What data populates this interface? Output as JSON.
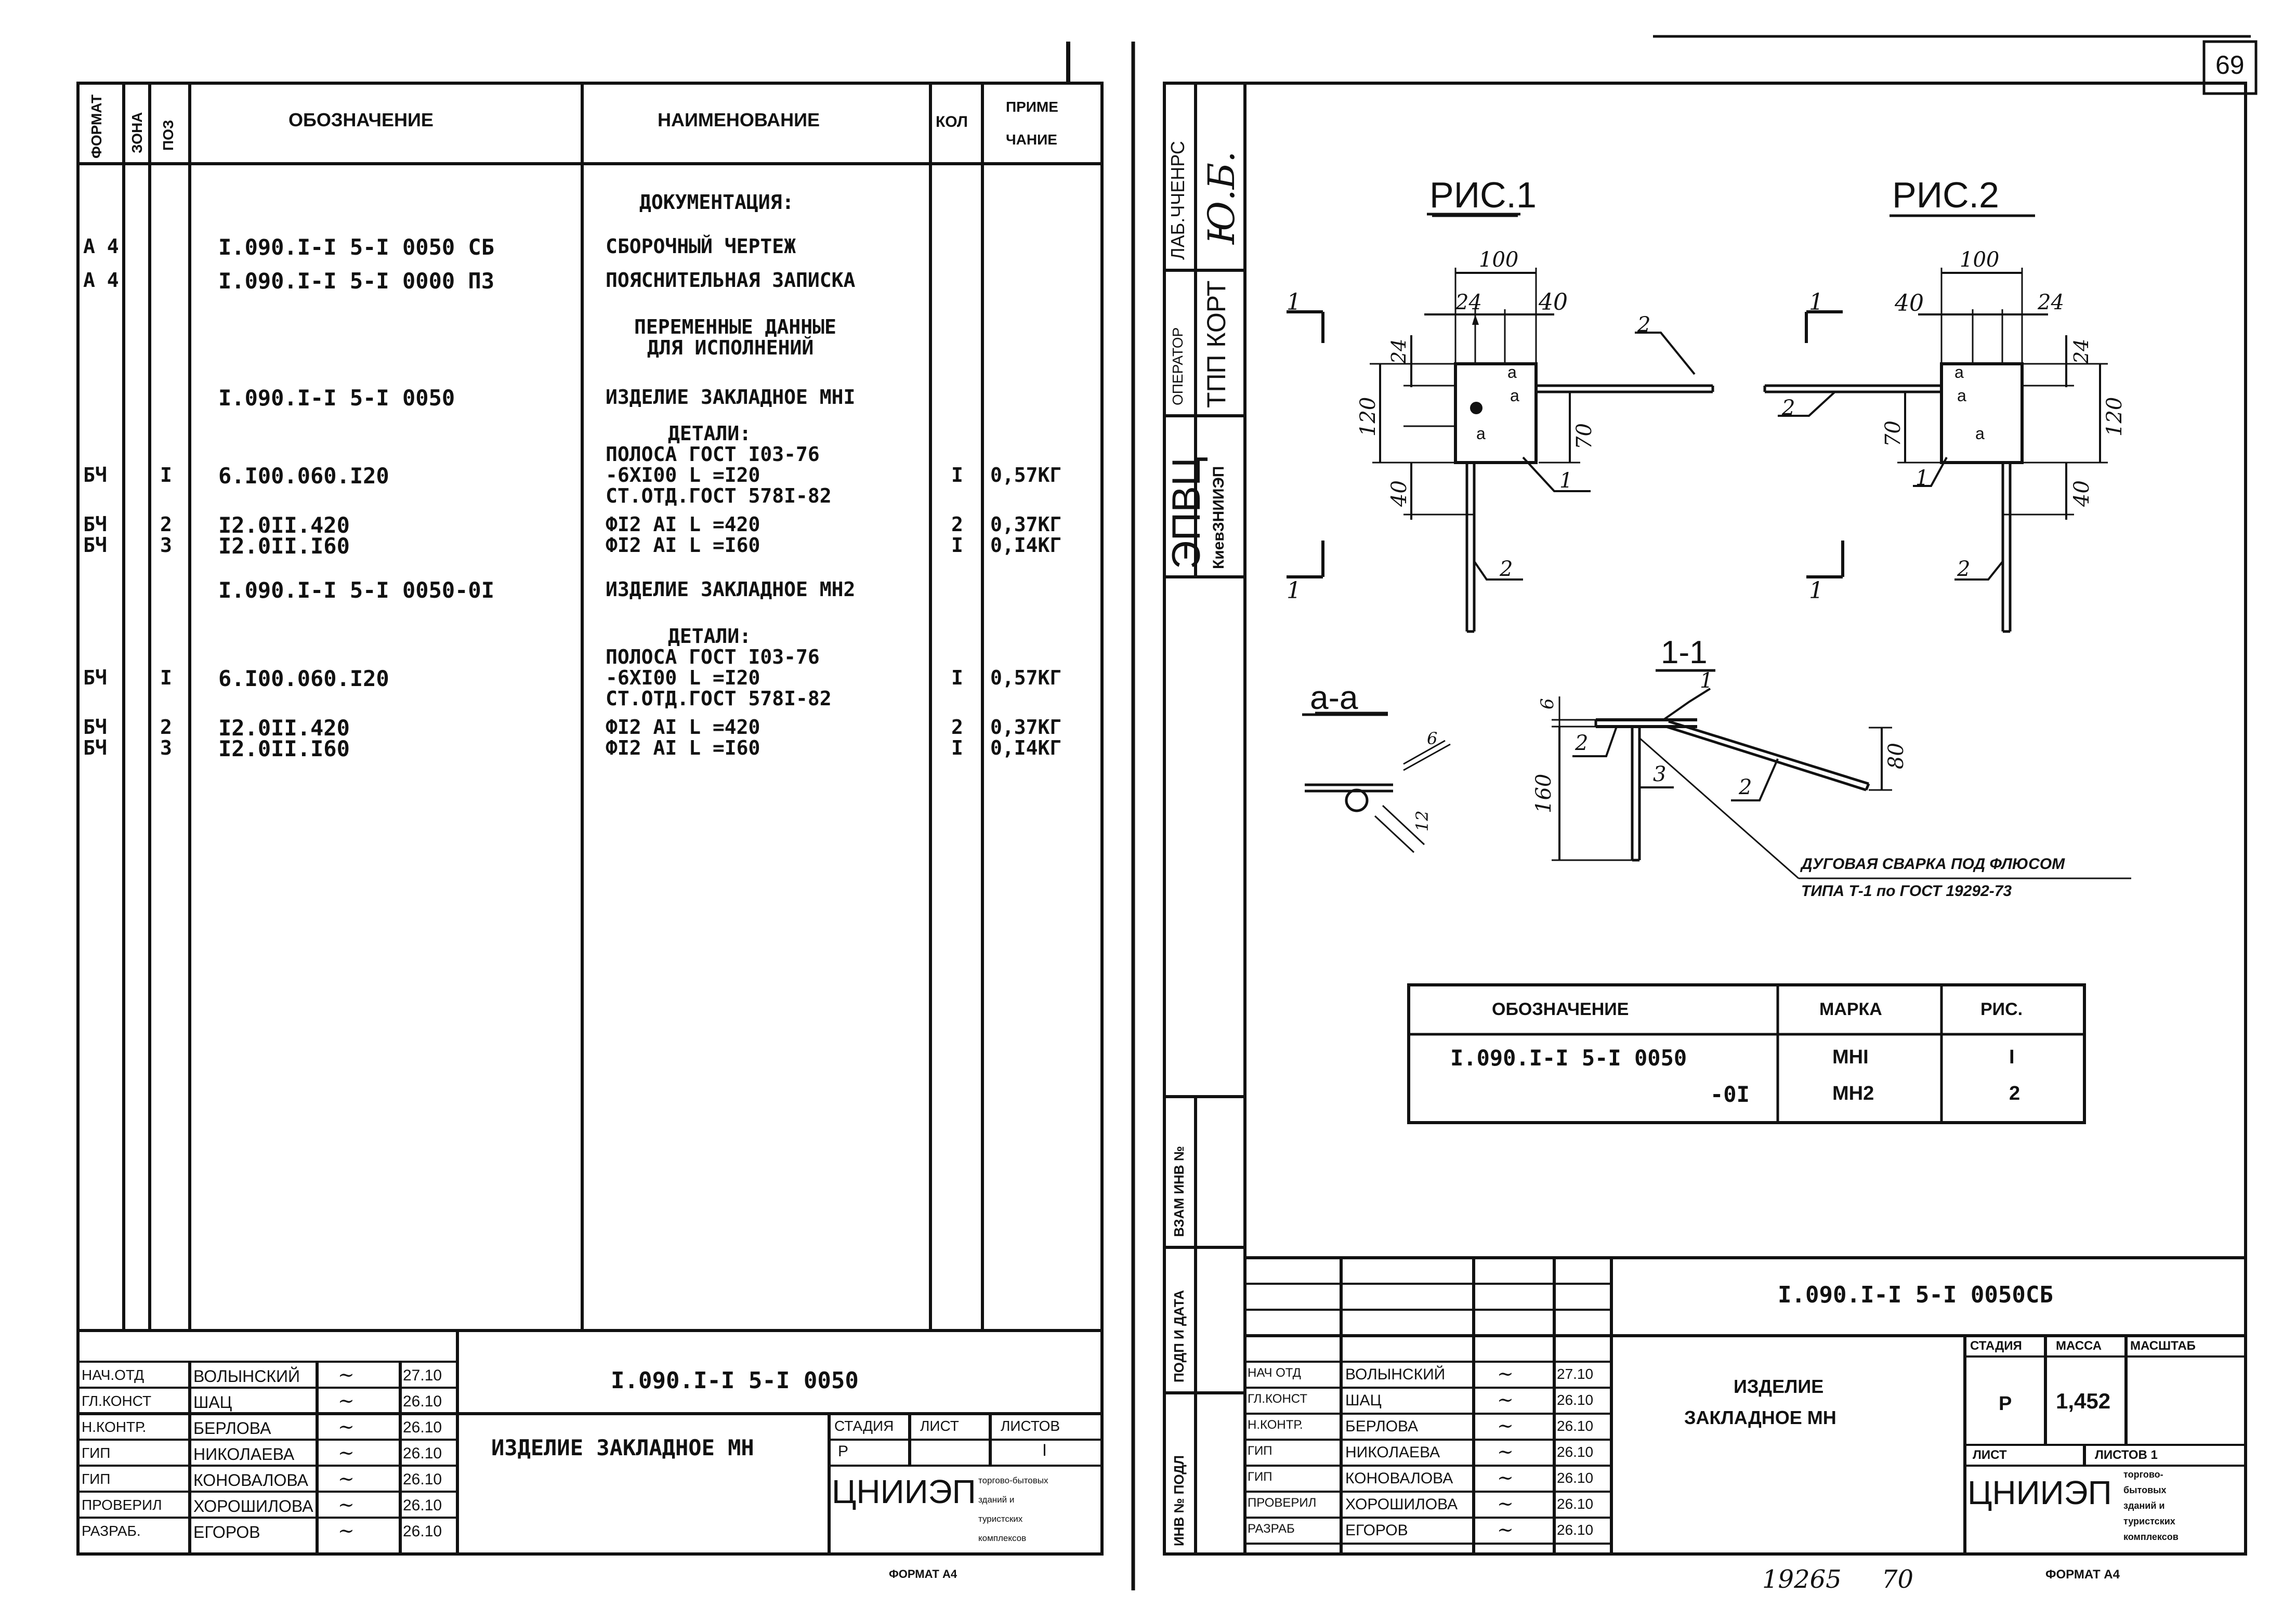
{
  "left_sheet": {
    "header": {
      "format": "ФОРМАТ",
      "zone": "ЗОНА",
      "pos": "ПОЗ",
      "designation": "ОБОЗНАЧЕНИЕ",
      "name": "НАИМЕНОВАНИЕ",
      "qty": "КОЛ",
      "note_1": "ПРИМЕ",
      "note_2": "ЧАНИЕ"
    },
    "rows": [
      {
        "format": "",
        "zone": "",
        "designation": "",
        "name": "ДОКУМЕНТАЦИЯ:",
        "qty": "",
        "note": ""
      },
      {
        "format": "А 4",
        "zone": "",
        "designation": "I.090.I-I 5-I 0050 СБ",
        "name": "СБОРОЧНЫЙ ЧЕРТЕЖ",
        "qty": "",
        "note": ""
      },
      {
        "format": "А 4",
        "zone": "",
        "designation": "I.090.I-I 5-I 0000 ПЗ",
        "name": "ПОЯСНИТЕЛЬНАЯ ЗАПИСКА",
        "qty": "",
        "note": ""
      },
      {
        "format": "",
        "zone": "",
        "designation": "",
        "name": "ПЕРЕМЕННЫЕ ДАННЫЕ",
        "qty": "",
        "note": ""
      },
      {
        "format": "",
        "zone": "",
        "designation": "",
        "name": "ДЛЯ ИСПОЛНЕНИЙ",
        "qty": "",
        "note": ""
      },
      {
        "format": "",
        "zone": "",
        "designation": "I.090.I-I 5-I 0050",
        "name": "ИЗДЕЛИЕ ЗАКЛАДНОЕ МНI",
        "qty": "",
        "note": ""
      },
      {
        "format": "",
        "zone": "",
        "designation": "",
        "name": "ДЕТАЛИ:",
        "qty": "",
        "note": ""
      },
      {
        "format": "",
        "zone": "",
        "designation": "",
        "name": "ПОЛОСА ГОСТ I03-76",
        "qty": "",
        "note": ""
      },
      {
        "format": "БЧ",
        "zone": "I",
        "designation": "6.I00.060.I20",
        "name": "-6XI00 L =I20",
        "qty": "I",
        "note": "0,57КГ"
      },
      {
        "format": "",
        "zone": "",
        "designation": "",
        "name": "СТ.ОТД.ГОСТ 578I-82",
        "qty": "",
        "note": ""
      },
      {
        "format": "БЧ",
        "zone": "2",
        "designation": "I2.0II.420",
        "name": "ФI2 AI  L =420",
        "qty": "2",
        "note": "0,37КГ"
      },
      {
        "format": "БЧ",
        "zone": "3",
        "designation": "I2.0II.I60",
        "name": "ФI2 AI  L =I60",
        "qty": "I",
        "note": "0,I4КГ"
      },
      {
        "format": "",
        "zone": "",
        "designation": "I.090.I-I 5-I 0050-0I",
        "name": "ИЗДЕЛИЕ ЗАКЛАДНОЕ МН2",
        "qty": "",
        "note": ""
      },
      {
        "format": "",
        "zone": "",
        "designation": "",
        "name": "ДЕТАЛИ:",
        "qty": "",
        "note": ""
      },
      {
        "format": "",
        "zone": "",
        "designation": "",
        "name": "ПОЛОСА ГОСТ I03-76",
        "qty": "",
        "note": ""
      },
      {
        "format": "БЧ",
        "zone": "I",
        "designation": "6.I00.060.I20",
        "name": "-6XI00 L =I20",
        "qty": "I",
        "note": "0,57КГ"
      },
      {
        "format": "",
        "zone": "",
        "designation": "",
        "name": "СТ.ОТД.ГОСТ 578I-82",
        "qty": "",
        "note": ""
      },
      {
        "format": "БЧ",
        "zone": "2",
        "designation": "I2.0II.420",
        "name": "ФI2 AI  L =420",
        "qty": "2",
        "note": "0,37КГ"
      },
      {
        "format": "БЧ",
        "zone": "3",
        "designation": "I2.0II.I60",
        "name": "ФI2 AI  L =I60",
        "qty": "I",
        "note": "0,I4КГ"
      }
    ],
    "title_block": {
      "roles": [
        "НАЧ.ОТД",
        "ГЛ.КОНСТ",
        "Н.КОНТР.",
        "ГИП",
        "ГИП",
        "ПРОВЕРИЛ",
        "РАЗРАБ."
      ],
      "names": [
        "ВОЛЫНСКИЙ",
        "ШАЦ",
        "БЕРЛОВА",
        "НИКОЛАЕВА",
        "КОНОВАЛОВА",
        "ХОРОШИЛОВА",
        "ЕГОРОВ"
      ],
      "dates": [
        "27.10",
        "26.10",
        "26.10",
        "26.10",
        "26.10",
        "26.10",
        "26.10"
      ],
      "code": "I.090.I-I 5-I 0050",
      "title": "ИЗДЕЛИЕ ЗАКЛАДНОЕ МН",
      "stage_label": "СТАДИЯ",
      "sheet_label": "ЛИСТ",
      "sheets_label": "ЛИСТОВ",
      "stage": "Р",
      "sheets": "I",
      "org": "ЦНИИЭП",
      "org_sub": [
        "торгово-бытовых",
        "зданий и",
        "туристских",
        "комплексов"
      ],
      "format": "ФОРМАТ А4"
    }
  },
  "right_sheet": {
    "page_number": "69",
    "side_stamp": {
      "lab": "ЛАБ.ЧЧЕНРС",
      "operator": "ОПЕРАТОР",
      "tpp": "ТПП КОРТ",
      "epvc": "ЭПВЦ",
      "kiev": "КиевЗНИИЭП"
    },
    "left_strip": [
      "ВЗАМ ИНВ №",
      "ПОДП И ДАТА",
      "ИНВ № ПОДЛ"
    ],
    "fig1": "РИС.1",
    "fig2": "РИС.2",
    "section_aa": "а-а",
    "section_11": "1-1",
    "dims": {
      "d100": "100",
      "d24": "24",
      "d40": "40",
      "d120": "120",
      "d70": "70",
      "d6": "6",
      "d160": "160",
      "d80": "80",
      "d12": "12"
    },
    "labels": {
      "one": "1",
      "two": "2",
      "three": "3",
      "a": "а"
    },
    "weld_note_1": "ДУГОВАЯ СВАРКА ПОД ФЛЮСОМ",
    "weld_note_2": "ТИПА Т-1 по ГОСТ 19292-73",
    "table": {
      "headers": [
        "ОБОЗНАЧЕНИЕ",
        "МАРКА",
        "РИС."
      ],
      "rows": [
        [
          "I.090.I-I 5-I 0050",
          "МНI",
          "I"
        ],
        [
          "-0I",
          "МН2",
          "2"
        ]
      ]
    },
    "title_block": {
      "code": "I.090.I-I 5-I 0050СБ",
      "title_1": "ИЗДЕЛИЕ",
      "title_2": "ЗАКЛАДНОЕ МН",
      "stage_label": "СТАДИЯ",
      "mass_label": "МАССА",
      "scale_label": "МАСШТАБ",
      "stage": "Р",
      "mass": "1,452",
      "sheet_label": "ЛИСТ",
      "sheets_label": "ЛИСТОВ 1",
      "org": "ЦНИИЭП",
      "org_sub": [
        "торгово-",
        "бытовых",
        "зданий и",
        "туристских",
        "комплексов"
      ],
      "roles": [
        "НАЧ ОТД",
        "ГЛ.КОНСТ",
        "Н.КОНТР.",
        "ГИП",
        "ГИП",
        "ПРОВЕРИЛ",
        "РАЗРАБ"
      ],
      "names": [
        "ВОЛЫНСКИЙ",
        "ШАЦ",
        "БЕРЛОВА",
        "НИКОЛАЕВА",
        "КОНОВАЛОВА",
        "ХОРОШИЛОВА",
        "ЕГОРОВ"
      ],
      "dates": [
        "27.10",
        "26.10",
        "26.10",
        "26.10",
        "26.10",
        "26.10",
        "26.10"
      ]
    },
    "bottom_1": "19265",
    "bottom_2": "70",
    "format": "ФОРМАТ А4"
  }
}
